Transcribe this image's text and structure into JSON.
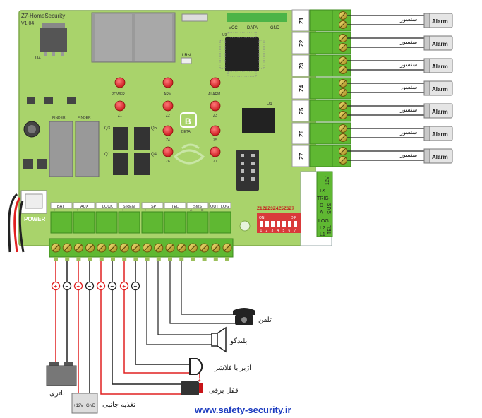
{
  "board": {
    "model": "Z7-HomeSecurity",
    "version": "V1.04",
    "u4": "U4",
    "u3": "U3",
    "u1": "U1",
    "lrn": "LRN",
    "vcc": "VCC",
    "data": "DATA",
    "gnd": "GND",
    "power_label": "POWER",
    "beta_label": "BETA",
    "leds": [
      {
        "label": "POWER"
      },
      {
        "label": "ARM"
      },
      {
        "label": "ALARM"
      },
      {
        "label": "Z1"
      },
      {
        "label": "Z2"
      },
      {
        "label": "Z3"
      },
      {
        "label": "Z4"
      },
      {
        "label": "Z5"
      },
      {
        "label": "Z6"
      },
      {
        "label": "Z7"
      }
    ],
    "transistors": [
      "Q3",
      "Q5",
      "Q1",
      "Q4"
    ],
    "relays": [
      "FINDER",
      "FINDER"
    ],
    "terminal_groups": [
      "BAT",
      "AUX",
      "LOCK",
      "SIREN",
      "SP",
      "TEL",
      "SMS",
      "OUT",
      "LOG"
    ],
    "terminal_polarity": [
      "+",
      "-",
      "+",
      "-",
      "+",
      "-",
      "+",
      "-",
      "+",
      "-",
      "",
      "",
      "A",
      "D",
      "",
      ""
    ],
    "dip_header": "Z1Z2Z3Z4Z5Z6Z7",
    "dip_on": "ON",
    "dip_label": "DIP",
    "dip_numbers": [
      "1",
      "2",
      "3",
      "4",
      "5",
      "6",
      "7"
    ],
    "side_labels": [
      "12V",
      "TX",
      "TRIG-",
      "SMS",
      "D",
      "A",
      "LOG",
      "TEL",
      "L2",
      "L1"
    ]
  },
  "zones": [
    {
      "label": "Z1",
      "device": "Alarm",
      "sensor": "سنسور"
    },
    {
      "label": "Z2",
      "device": "Alarm",
      "sensor": "سنسور"
    },
    {
      "label": "Z3",
      "device": "Alarm",
      "sensor": "سنسور"
    },
    {
      "label": "Z4",
      "device": "Alarm",
      "sensor": "سنسور"
    },
    {
      "label": "Z5",
      "device": "Alarm",
      "sensor": "سنسور"
    },
    {
      "label": "Z6",
      "device": "Alarm",
      "sensor": "سنسور"
    },
    {
      "label": "Z7",
      "device": "Alarm",
      "sensor": "سنسور"
    }
  ],
  "peripherals": {
    "telephone": "تلفن",
    "speaker": "بلندگو",
    "siren": "آژیر یا فلاشر",
    "lock": "قفل برقی",
    "battery": "باتری",
    "aux_supply": "تغذیه جانبی",
    "aux_plus": "+12V",
    "aux_gnd": "GND"
  },
  "website": "www.safety-security.ir",
  "colors": {
    "board": "#a9d36b",
    "terminal": "#5fb832",
    "wire_red": "#e02020",
    "wire_black": "#222222",
    "led": "#e8262c"
  }
}
